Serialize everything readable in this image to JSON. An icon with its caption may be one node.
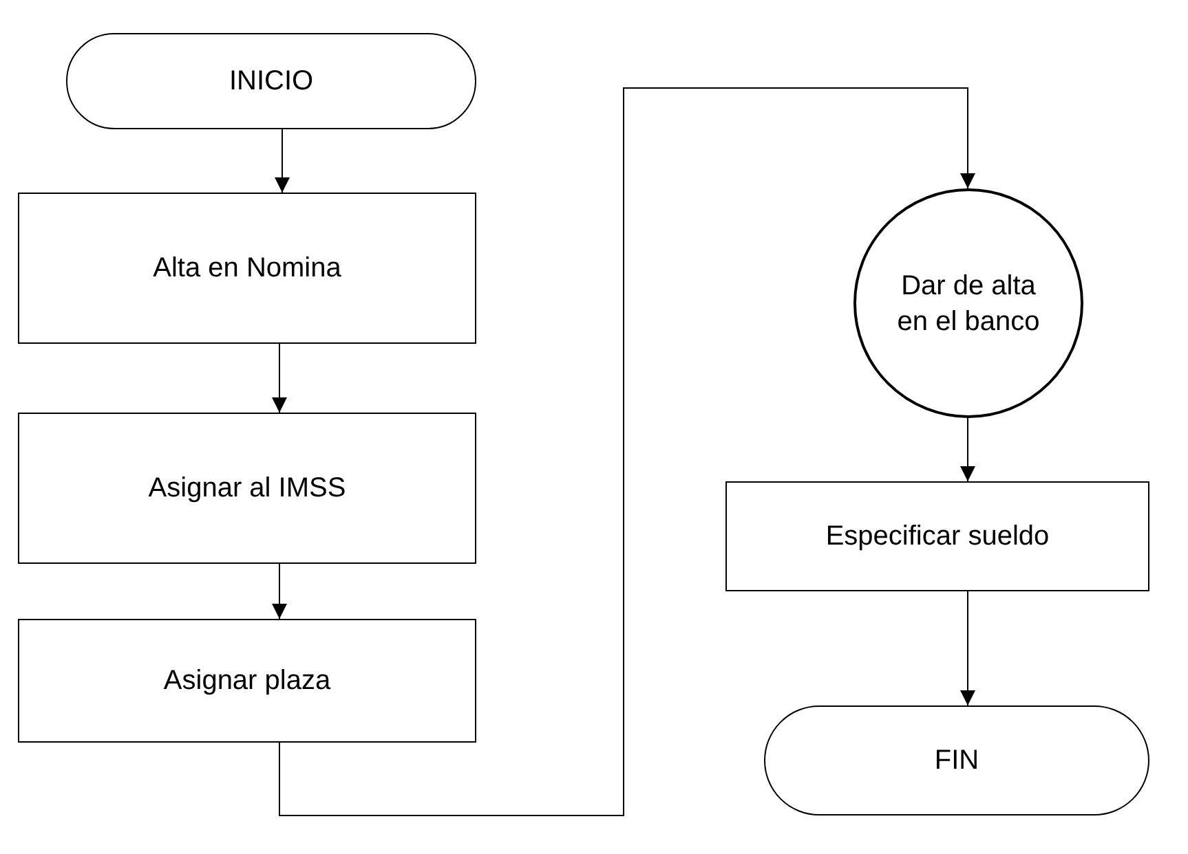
{
  "diagram": {
    "nodes": [
      {
        "text": [
          "INICIO"
        ]
      },
      {
        "text": [
          "Alta en Nomina"
        ]
      },
      {
        "text": [
          "Asignar al IMSS"
        ]
      },
      {
        "text": [
          "Asignar plaza"
        ]
      },
      {
        "text": [
          "Dar de alta en el banco"
        ]
      },
      {
        "text": [
          "Especificar sueldo"
        ]
      },
      {
        "text": [
          "FIN"
        ]
      }
    ],
    "edges": [
      {
        "from": 0,
        "to": 1,
        "arrow": "to"
      },
      {
        "from": 1,
        "to": 2,
        "arrow": "to"
      },
      {
        "from": 2,
        "to": 3,
        "arrow": "to"
      },
      {
        "from": 3,
        "to": 4,
        "arrow": "to"
      },
      {
        "from": 4,
        "to": 5,
        "arrow": "to"
      },
      {
        "from": 5,
        "to": 6,
        "arrow": "to"
      }
    ]
  }
}
